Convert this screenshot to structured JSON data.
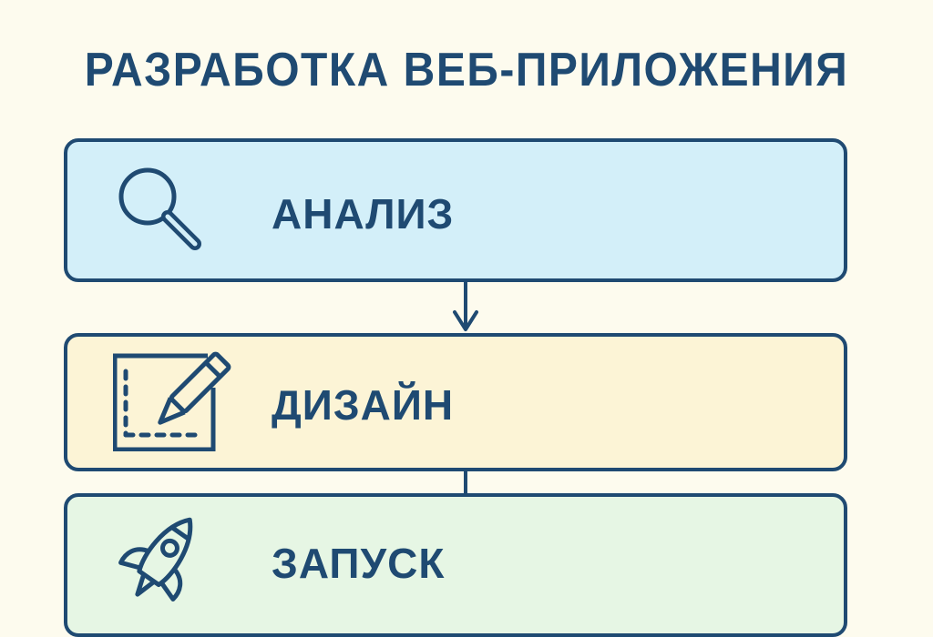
{
  "title": "РАЗРАБОТКА ВЕБ-ПРИЛОЖЕНИЯ",
  "colors": {
    "background": "#fdfbee",
    "stroke": "#1f4a72",
    "analysis_fill": "#d3eff9",
    "design_fill": "#fcf4d6",
    "launch_fill": "#e6f6e4"
  },
  "steps": [
    {
      "label": "АНАЛИЗ",
      "icon": "magnifying-glass-icon"
    },
    {
      "label": "ДИЗАЙН",
      "icon": "pencil-sketch-icon"
    },
    {
      "label": "ЗАПУСК",
      "icon": "rocket-icon"
    }
  ]
}
